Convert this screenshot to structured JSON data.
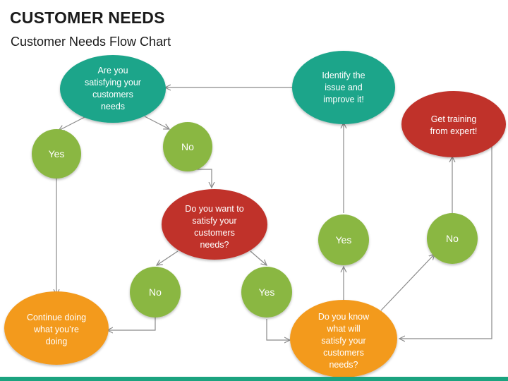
{
  "header": {
    "title": "CUSTOMER NEEDS",
    "subtitle": "Customer Needs Flow Chart"
  },
  "colors": {
    "teal": "#1aa58a",
    "green": "#8ab743",
    "red": "#c0302b",
    "orange": "#f39a1e",
    "connector": "#8a8a8a",
    "bar": "#1ba37f"
  },
  "nodes": {
    "q_satisfying": [
      "Are you",
      "satisfying your",
      "customers",
      "needs"
    ],
    "identify": [
      "Identify the",
      "issue and",
      "improve it!"
    ],
    "training": [
      "Get training",
      "from expert!"
    ],
    "yes_left": [
      "Yes"
    ],
    "no_top": [
      "No"
    ],
    "q_want": [
      "Do you want to",
      "satisfy your",
      "customers",
      "needs?"
    ],
    "yes_right": [
      "Yes"
    ],
    "no_right": [
      "No"
    ],
    "no_mid": [
      "No"
    ],
    "yes_mid": [
      "Yes"
    ],
    "continue": [
      "Continue doing",
      "what you’re",
      "doing"
    ],
    "q_know": [
      "Do you know",
      "what will",
      "satisfy your",
      "customers",
      "needs?"
    ]
  }
}
